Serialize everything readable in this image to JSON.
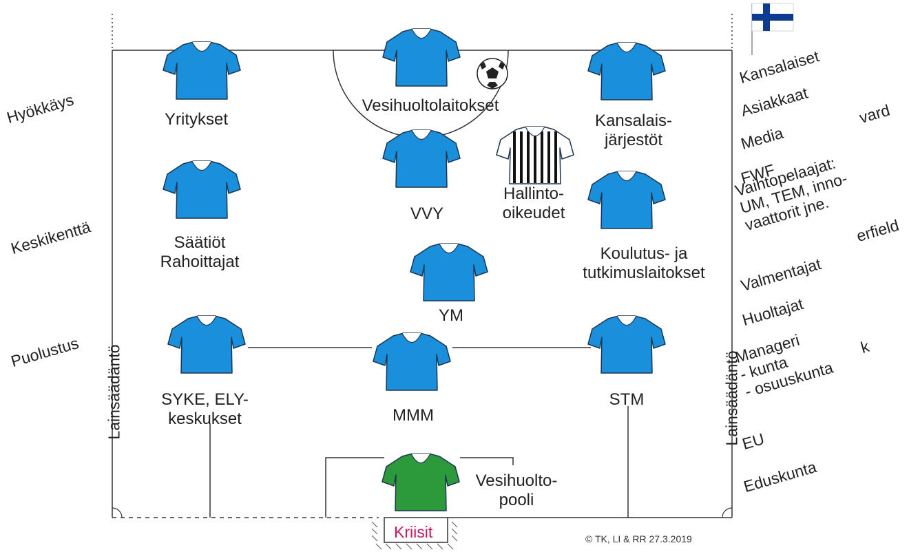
{
  "colors": {
    "field_shirt": "#1a8fdc",
    "goalkeeper_shirt": "#2c9a3a",
    "crisis_text": "#c2185b",
    "flag_blue": "#0c3b8f"
  },
  "lines": {
    "attack": "Hyökkäys",
    "midfield": "Keskikenttä",
    "defense": "Puolustus"
  },
  "legislation_left": "Lainsäädäntö",
  "legislation_right": "Lainsäädäntö",
  "players": {
    "yritykset": "Yritykset",
    "vesihuoltolaitokset": "Vesihuoltolaitokset",
    "kansalaisjarjestot": "Kansalais-\njärjestöt",
    "vvy": "VVY",
    "hallinto_oikeudet": "Hallinto-\noikeudet",
    "saatiot": "Säätiöt\nRahoittajat",
    "koulutus": "Koulutus- ja\ntutkimuslaitokset",
    "ym": "YM",
    "syke": "SYKE, ELY-\nkeskukset",
    "mmm": "MMM",
    "stm": "STM",
    "vesihuoltopooli": "Vesihuolto-\npooli"
  },
  "crisis": "Kriisit",
  "sideline": {
    "kansalaiset": "Kansalaiset",
    "asiakkaat": "Asiakkaat",
    "media": "Media",
    "fwf": "FWF",
    "vaihtopelaajat": "Vaihtopelaajat:\nUM, TEM, inno-\nvaattorit jne.",
    "valmentajat": "Valmentajat",
    "huoltajat": "Huoltajat",
    "manageri": "Manageri\n- kunta\n- osuuskunta",
    "eu": "EU",
    "eduskunta": "Eduskunta"
  },
  "clipped": {
    "ward": "vard",
    "erfield": "erfield",
    "k": "k"
  },
  "copyright": "© TK, LI & RR 27.3.2019"
}
